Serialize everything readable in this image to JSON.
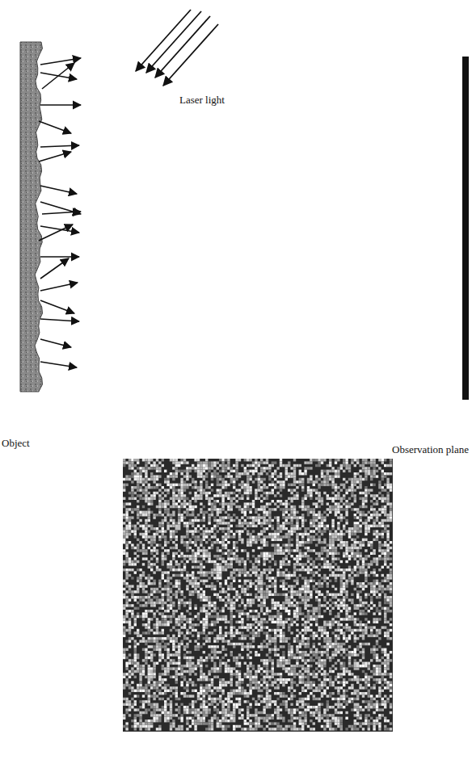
{
  "diagram": {
    "labels": [
      "Laser light",
      "Object",
      "Observation plane"
    ]
  }
}
